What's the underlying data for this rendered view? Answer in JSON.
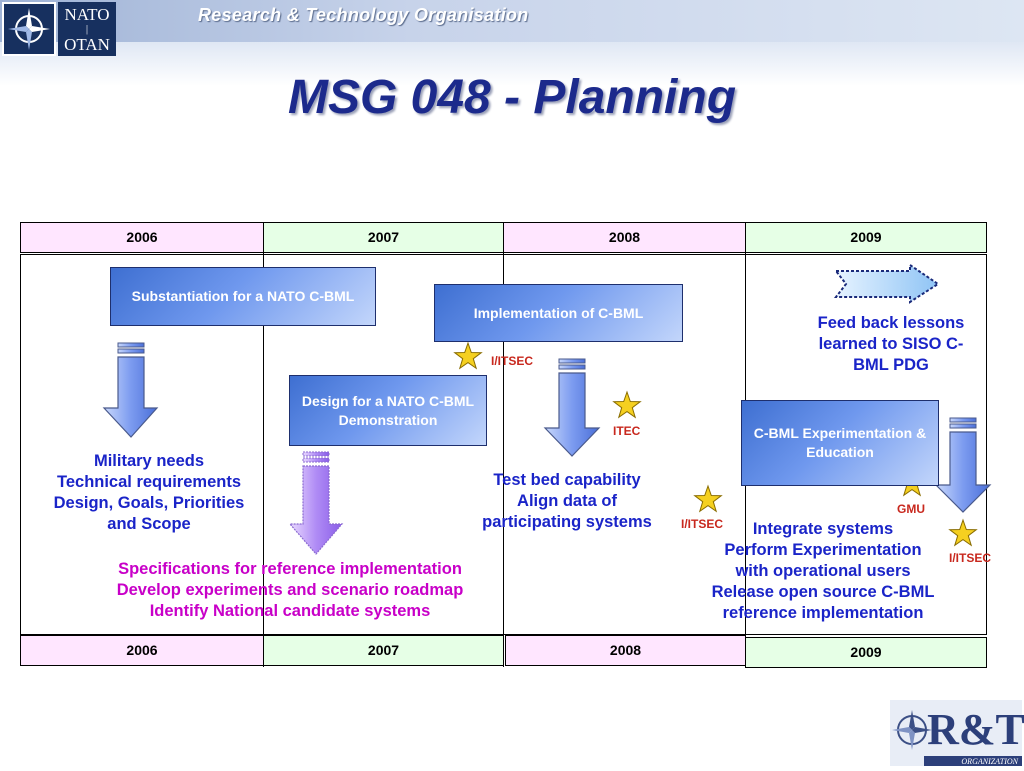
{
  "header": {
    "org_title": "Research & Technology Organisation",
    "nato_logo": [
      "NATO",
      "OTAN"
    ],
    "rt_logo": {
      "letters": "R&T",
      "caption": "ORGANIZATION"
    }
  },
  "page_title": "MSG 048 - Planning",
  "years_top": [
    "2006",
    "2007",
    "2008",
    "2009"
  ],
  "years_bottom": [
    "2006",
    "2007",
    "2008",
    "2009"
  ],
  "boxes": {
    "substantiation": "Substantiation for a NATO C-BML",
    "design": "Design for a NATO C-BML Demonstration",
    "implementation": "Implementation of C-BML",
    "experimentation": "C-BML Experimentation & Education"
  },
  "notes": {
    "military": "Military needs\nTechnical requirements\nDesign, Goals, Priorities\nand Scope",
    "specifications": "Specifications for reference implementation\nDevelop experiments and scenario roadmap\nIdentify National candidate systems",
    "testbed": "Test bed capability\nAlign data of\nparticipating systems",
    "integrate": "Integrate systems\nPerform Experimentation\nwith operational users\nRelease open source C-BML\nreference implementation",
    "feedback": "Feed back lessons\nlearned to SISO C-\nBML PDG"
  },
  "events": {
    "itsec_2007": "I/ITSEC",
    "itec_2008": "ITEC",
    "itsec_2008": "I/ITSEC",
    "gmu_2009": "GMU",
    "itsec_2009": "I/ITSEC"
  },
  "colors": {
    "title": "#1c2a8c",
    "blue_text": "#1a24c8",
    "magenta_text": "#c800c8",
    "event_text": "#c8281e",
    "star": "#f5d020",
    "pink_cell": "#ffe6ff",
    "green_cell": "#e6ffe6"
  }
}
